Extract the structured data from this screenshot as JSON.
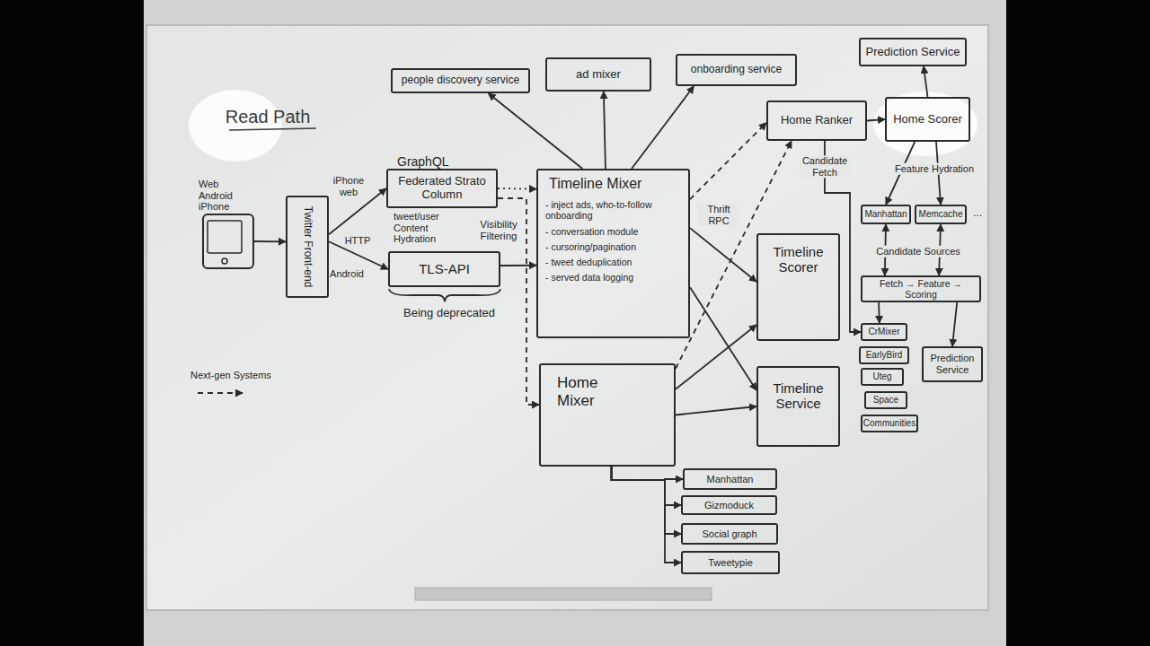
{
  "diagram": {
    "title": "Read Path",
    "nodes": [
      {
        "text": [
          "Web Android iPhone"
        ]
      },
      {
        "text": [
          "Twitter Front-end"
        ]
      },
      {
        "text": [
          "GraphQL",
          "Federated Strato Column"
        ]
      },
      {
        "text": [
          "TLS-API"
        ]
      },
      {
        "text": [
          "people discovery service"
        ]
      },
      {
        "text": [
          "ad mixer"
        ]
      },
      {
        "text": [
          "onboarding service"
        ]
      },
      {
        "text": [
          "Timeline Mixer",
          "- inject ads, who-to-follow onboarding",
          "- conversation module",
          "- cursoring/pagination",
          "- tweet deduplication",
          "- served data logging"
        ]
      },
      {
        "text": [
          "Home Mixer"
        ]
      },
      {
        "text": [
          "Home Ranker"
        ]
      },
      {
        "text": [
          "Home Scorer"
        ]
      },
      {
        "text": [
          "Prediction Service"
        ]
      },
      {
        "text": [
          "Manhattan"
        ]
      },
      {
        "text": [
          "Memcache"
        ]
      },
      {
        "text": [
          "Fetch → Feature → Scoring"
        ]
      },
      {
        "text": [
          "Prediction Service"
        ]
      },
      {
        "text": [
          "CrMixer"
        ]
      },
      {
        "text": [
          "EarlyBird"
        ]
      },
      {
        "text": [
          "Uteg"
        ]
      },
      {
        "text": [
          "Space"
        ]
      },
      {
        "text": [
          "Communities"
        ]
      },
      {
        "text": [
          "Timeline Scorer"
        ]
      },
      {
        "text": [
          "Timeline Service"
        ]
      },
      {
        "text": [
          "Manhattan"
        ]
      },
      {
        "text": [
          "Gizmoduck"
        ]
      },
      {
        "text": [
          "Social graph"
        ]
      },
      {
        "text": [
          "Tweetypie"
        ]
      }
    ],
    "edges": [
      {
        "from": 0,
        "to": 1,
        "arrow": "to"
      },
      {
        "from": 1,
        "to": 2,
        "label": "iPhone web",
        "arrow": "to"
      },
      {
        "from": 1,
        "to": 3,
        "label": "HTTP",
        "arrow": "to"
      },
      {
        "from": 2,
        "to": 7,
        "arrow": "to"
      },
      {
        "from": 2,
        "to": 8,
        "arrow": "to"
      },
      {
        "from": 3,
        "to": 7,
        "arrow": "to"
      },
      {
        "from": 7,
        "to": 4,
        "arrow": "to"
      },
      {
        "from": 7,
        "to": 5,
        "arrow": "to"
      },
      {
        "from": 7,
        "to": 6,
        "arrow": "to"
      },
      {
        "from": 7,
        "to": 9,
        "arrow": "to"
      },
      {
        "from": 7,
        "to": 21,
        "label": "Thrift RPC",
        "arrow": "to"
      },
      {
        "from": 7,
        "to": 22,
        "arrow": "to"
      },
      {
        "from": 8,
        "to": 9,
        "arrow": "to"
      },
      {
        "from": 8,
        "to": 21,
        "arrow": "to"
      },
      {
        "from": 8,
        "to": 22,
        "arrow": "to"
      },
      {
        "from": 8,
        "to": 23,
        "arrow": "to"
      },
      {
        "from": 8,
        "to": 24,
        "arrow": "to"
      },
      {
        "from": 8,
        "to": 25,
        "arrow": "to"
      },
      {
        "from": 8,
        "to": 26,
        "arrow": "to"
      },
      {
        "from": 9,
        "to": 10,
        "arrow": "to"
      },
      {
        "from": 10,
        "to": 11,
        "arrow": "to"
      },
      {
        "from": 10,
        "to": 12,
        "arrow": "to"
      },
      {
        "from": 10,
        "to": 13,
        "arrow": "to"
      },
      {
        "from": 9,
        "to": 16,
        "label": "Candidate Fetch",
        "arrow": "to"
      },
      {
        "from": 14,
        "to": 12,
        "arrow": "both"
      },
      {
        "from": 14,
        "to": 13,
        "arrow": "both"
      },
      {
        "from": 14,
        "to": 15,
        "arrow": "to"
      },
      {
        "from": 14,
        "to": 16,
        "arrow": "to"
      }
    ],
    "labels": [
      "tweet/user Content Hydration",
      "Visibility Filtering",
      "Being deprecated",
      "Android",
      "Feature Hydration",
      "...",
      "Candidate Sources"
    ],
    "legend": [
      {
        "text": "Next-gen Systems"
      }
    ]
  }
}
